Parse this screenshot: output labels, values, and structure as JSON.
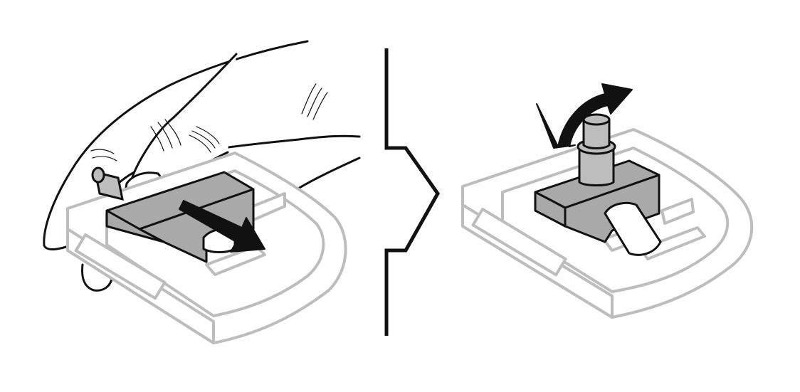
{
  "figure": {
    "description_text": "",
    "panels": [
      {
        "name": "step-1",
        "action": "push-slider"
      },
      {
        "name": "step-2",
        "action": "rotate-knob"
      }
    ],
    "colors": {
      "background": "#ffffff",
      "outline": "#111111",
      "tray": "#bdbdbd",
      "block": "#a9a9a9",
      "arrow": "#111111",
      "slot": "#ffffff"
    }
  }
}
